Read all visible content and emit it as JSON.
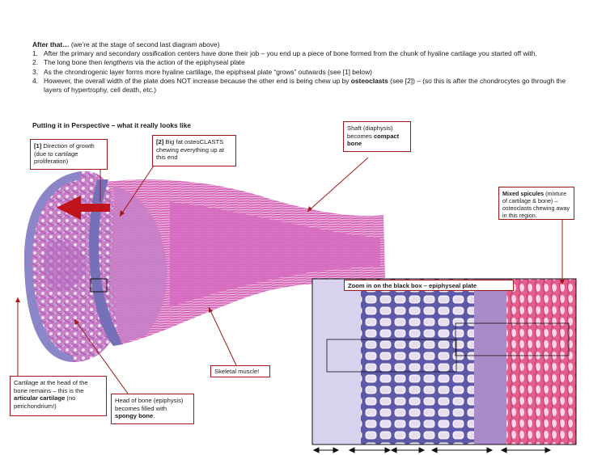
{
  "intro": {
    "lead_bold": "After that…",
    "lead_rest": " (we’re at the stage of second last diagram above)",
    "items": [
      {
        "num": "1.",
        "text": "After the primary and secondary ossification centers have done their job – you end up a piece of bone formed from the chunk of hyaline cartilage you started off with."
      },
      {
        "num": "2.",
        "pre": "The long bone then ",
        "em": "lengthens",
        "post": " via the action of the epiphyseal plate"
      },
      {
        "num": "3.",
        "text": "As the chrondrogenic layer forms more hyaline cartilage, the epiphseal plate “grows” outwards (see [1] below)"
      },
      {
        "num": "4.",
        "pre": "However, the overall width of the plate does NOT increase because the other end is being chew up by ",
        "bold": "osteoclasts",
        "post": " (see [2]) – (so this is after the chondrocytes go through the layers of hypertrophy, cell death, etc.)"
      }
    ]
  },
  "perspective_heading": "Putting it in Perspective – what it really looks like",
  "callouts": {
    "direction": {
      "bold": "[1]",
      "text": " Direction of growth (due to cartilage proliferation)"
    },
    "osteoclasts": {
      "bold": "[2]",
      "text": "  Big fat osteoCLASTS chewing everything up at this end"
    },
    "shaft": {
      "pre": "Shaft (diaphysis) becomes ",
      "bold": "compact bone"
    },
    "spicules": {
      "bold": "Mixed spicules",
      "post": " (mixture of cartilage & bone) – osteoclasts chewing away in this region."
    },
    "zoom": {
      "text": "Zoom in on the black box – epiphyseal plate"
    },
    "skeletal": {
      "text": "Skeletal muscle!"
    },
    "cartilage": {
      "pre": "Cartilage at the head of the bone remains – this is the ",
      "bold": "articular cartilage",
      "post": " (no perichondrium!)"
    },
    "head": {
      "pre": "Head of bone (epiphysis) becomes filled with ",
      "bold": "spongy bone",
      "post": "."
    }
  },
  "colors": {
    "callout_border": "#a01818",
    "arrow": "#c0141c",
    "tissue_pink": "#d45fb4",
    "cartilage_blue": "#8a86c8",
    "zoom_blue": "#7670b8"
  }
}
